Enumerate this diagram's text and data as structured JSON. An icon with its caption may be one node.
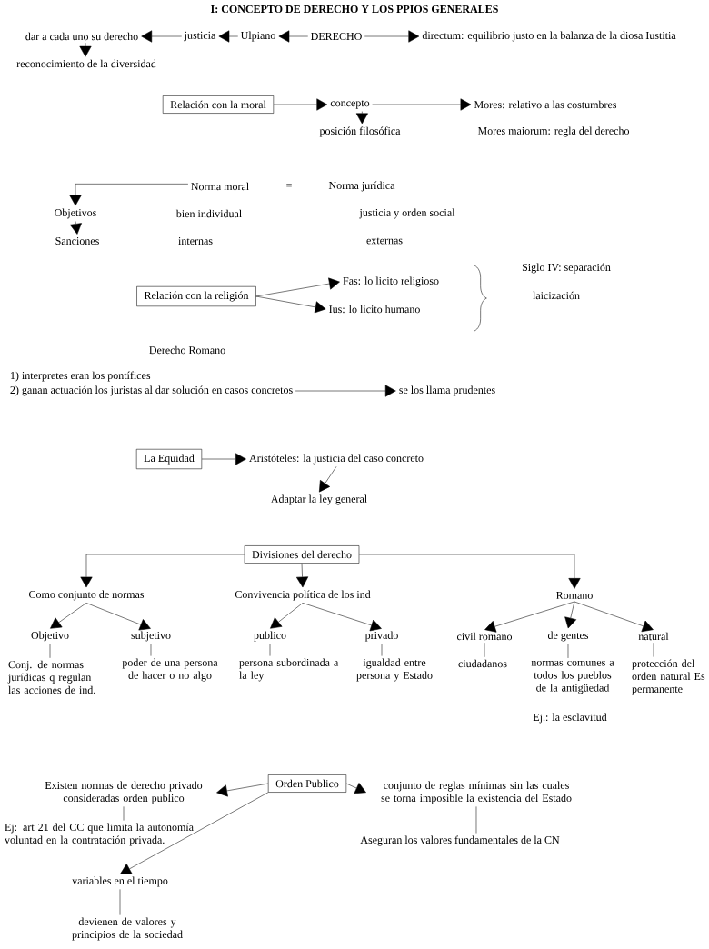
{
  "diagram": {
    "title": "I: CONCEPTO DE DERECHO Y LOS PPIOS GENERALES",
    "nodes": [
      {
        "text": [
          "dar a cada uno su derecho"
        ]
      },
      {
        "text": [
          "justicia"
        ]
      },
      {
        "text": [
          "Ulpiano"
        ]
      },
      {
        "text": [
          "DERECHO"
        ]
      },
      {
        "text": [
          "directum: equilibrio justo en la balanza de la diosa Iustitia"
        ]
      },
      {
        "text": [
          "reconocimiento de la diversidad"
        ]
      },
      {
        "text": [
          "Relación con la moral"
        ]
      },
      {
        "text": [
          "concepto"
        ]
      },
      {
        "text": [
          "Mores: relativo a las costumbres"
        ]
      },
      {
        "text": [
          "posición filosófica"
        ]
      },
      {
        "text": [
          "Mores maiorum: regla del derecho"
        ]
      },
      {
        "text": [
          "Norma moral"
        ]
      },
      {
        "text": [
          "Norma jurídica"
        ]
      },
      {
        "text": [
          "Objetivos"
        ]
      },
      {
        "text": [
          "bien individual"
        ]
      },
      {
        "text": [
          "justicia y orden social"
        ]
      },
      {
        "text": [
          "Sanciones"
        ]
      },
      {
        "text": [
          "internas"
        ]
      },
      {
        "text": [
          "externas"
        ]
      },
      {
        "text": [
          "Relación con la religión"
        ]
      },
      {
        "text": [
          "Fas: lo licito religioso"
        ]
      },
      {
        "text": [
          "Ius: lo licito humano"
        ]
      },
      {
        "text": [
          "Siglo IV: separación"
        ]
      },
      {
        "text": [
          "laicización"
        ]
      },
      {
        "text": [
          "Derecho Romano"
        ]
      },
      {
        "text": [
          "1) interpretes eran los pontífices"
        ]
      },
      {
        "text": [
          "2) ganan actuación los juristas al dar solución en casos concretos"
        ]
      },
      {
        "text": [
          "se los llama prudentes"
        ]
      },
      {
        "text": [
          "La Equidad"
        ]
      },
      {
        "text": [
          "Aristóteles: la justicia del caso concreto"
        ]
      },
      {
        "text": [
          "Adaptar la ley general"
        ]
      },
      {
        "text": [
          "Divisiones del derecho"
        ]
      },
      {
        "text": [
          "Como conjunto de normas"
        ]
      },
      {
        "text": [
          "Convivencia política de los ind"
        ]
      },
      {
        "text": [
          "Romano"
        ]
      },
      {
        "text": [
          "Objetivo"
        ]
      },
      {
        "text": [
          "subjetivo"
        ]
      },
      {
        "text": [
          "publico"
        ]
      },
      {
        "text": [
          "privado"
        ]
      },
      {
        "text": [
          "civil romano"
        ]
      },
      {
        "text": [
          "de gentes"
        ]
      },
      {
        "text": [
          "natural"
        ]
      },
      {
        "text": [
          "Conj. de normas jurídicas q regulan las acciones de ind."
        ]
      },
      {
        "text": [
          "poder de una persona de hacer o no algo"
        ]
      },
      {
        "text": [
          "persona subordinada a la ley"
        ]
      },
      {
        "text": [
          "igualdad entre persona y Estado"
        ]
      },
      {
        "text": [
          "ciudadanos"
        ]
      },
      {
        "text": [
          "normas comunes a todos los pueblos de la antigüedad"
        ]
      },
      {
        "text": [
          "Ej.: la esclavitud"
        ]
      },
      {
        "text": [
          "protección del orden natural Es permanente"
        ]
      },
      {
        "text": [
          "Orden Publico"
        ]
      },
      {
        "text": [
          "Existen normas de derecho privado consideradas orden publico"
        ]
      },
      {
        "text": [
          "conjunto de reglas mínimas sin las cuales se torna imposible la existencia del Estado"
        ]
      },
      {
        "text": [
          "Ej: art 21 del CC que limita la autonomía voluntad en la contratación privada."
        ]
      },
      {
        "text": [
          "Aseguran los valores fundamentales de la CN"
        ]
      },
      {
        "text": [
          "variables en el tiempo"
        ]
      },
      {
        "text": [
          "devienen de valores y principios de la sociedad"
        ]
      }
    ],
    "edges": [
      {
        "from": 1,
        "to": 0,
        "arrow": "to"
      },
      {
        "from": 2,
        "to": 1,
        "arrow": "to"
      },
      {
        "from": 3,
        "to": 2,
        "arrow": "to"
      },
      {
        "from": 3,
        "to": 4,
        "arrow": "to"
      },
      {
        "from": 0,
        "to": 5,
        "arrow": "to"
      },
      {
        "from": 6,
        "to": 7,
        "arrow": "to"
      },
      {
        "from": 7,
        "to": 8,
        "arrow": "to"
      },
      {
        "from": 7,
        "to": 9,
        "arrow": "to"
      },
      {
        "from": 11,
        "to": 13,
        "arrow": "to"
      },
      {
        "from": 13,
        "to": 16,
        "arrow": "to"
      },
      {
        "from": 19,
        "to": 20,
        "arrow": "to"
      },
      {
        "from": 19,
        "to": 21,
        "arrow": "to"
      },
      {
        "from": 26,
        "to": 27,
        "arrow": "to"
      },
      {
        "from": 28,
        "to": 29,
        "arrow": "to"
      },
      {
        "from": 29,
        "to": 30,
        "arrow": "to"
      },
      {
        "from": 31,
        "to": 32,
        "arrow": "to"
      },
      {
        "from": 31,
        "to": 33,
        "arrow": "to"
      },
      {
        "from": 31,
        "to": 34,
        "arrow": "to"
      },
      {
        "from": 32,
        "to": 35,
        "arrow": "to"
      },
      {
        "from": 32,
        "to": 36,
        "arrow": "to"
      },
      {
        "from": 33,
        "to": 37,
        "arrow": "to"
      },
      {
        "from": 33,
        "to": 38,
        "arrow": "to"
      },
      {
        "from": 34,
        "to": 39,
        "arrow": "to"
      },
      {
        "from": 34,
        "to": 40,
        "arrow": "to"
      },
      {
        "from": 34,
        "to": 41,
        "arrow": "to"
      },
      {
        "from": 35,
        "to": 42,
        "arrow": "none"
      },
      {
        "from": 36,
        "to": 43,
        "arrow": "none"
      },
      {
        "from": 37,
        "to": 44,
        "arrow": "none"
      },
      {
        "from": 38,
        "to": 45,
        "arrow": "none"
      },
      {
        "from": 39,
        "to": 46,
        "arrow": "none"
      },
      {
        "from": 40,
        "to": 47,
        "arrow": "none"
      },
      {
        "from": 41,
        "to": 49,
        "arrow": "none"
      },
      {
        "from": 50,
        "to": 51,
        "arrow": "to"
      },
      {
        "from": 50,
        "to": 52,
        "arrow": "to"
      },
      {
        "from": 50,
        "to": 55,
        "arrow": "to"
      },
      {
        "from": 51,
        "to": 53,
        "arrow": "none"
      },
      {
        "from": 52,
        "to": 54,
        "arrow": "none"
      },
      {
        "from": 55,
        "to": 56,
        "arrow": "none"
      }
    ],
    "labels": [
      "="
    ]
  }
}
